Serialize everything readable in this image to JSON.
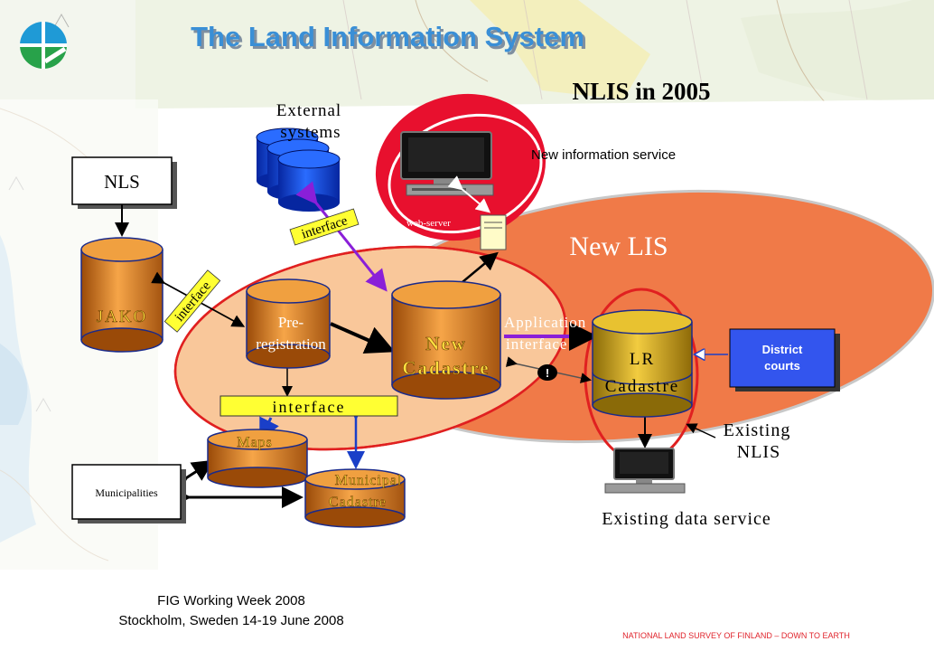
{
  "slide": {
    "title": "The Land Information System",
    "subtitle": "NLIS in 2005",
    "footer_left_line1": "FIG Working Week 2008",
    "footer_left_line2": "Stockholm, Sweden 14-19 June 2008",
    "footer_right": "NATIONAL LAND SURVEY OF FINLAND – DOWN TO EARTH"
  },
  "labels": {
    "external_line1": "External",
    "external_line2": "systems",
    "new_info_service": "New information service",
    "web_server": "web-server",
    "new_lis": "New LIS",
    "nls": "NLS",
    "jako": "JAKO",
    "interface": "interface",
    "prereg_line1": "Pre-",
    "prereg_line2": "registration",
    "new_cadastre_line1": "New",
    "new_cadastre_line2": "Cadastre",
    "application_line1": "Application",
    "application_line2": "interface",
    "lr_line1": "LR",
    "lr_line2": "Cadastre",
    "district_line1": "District",
    "district_line2": "courts",
    "existing_nlis_line1": "Existing",
    "existing_nlis_line2": "NLIS",
    "maps": "Maps",
    "municipalities": "Municipalities",
    "municipal_line1": "Municipal",
    "municipal_line2": "Cadastre",
    "existing_data_service": "Existing data service",
    "warning_mark": "!"
  },
  "colors": {
    "title": "#3a8fd6",
    "new_lis_fill": "#f07a48",
    "inner_ellipse_fill": "#f9c79a",
    "info_service_fill": "#e8102e",
    "cylinder_orange": "#e8882a",
    "cylinder_gold": "#d9a21e",
    "cylinder_blue": "#0a3fd8",
    "outline_red": "#e02020",
    "interface_yellow": "#ffff33",
    "arrow_purple": "#8a1fd8",
    "arrow_blue": "#1a3fc8",
    "district_blue": "#3355ee"
  }
}
